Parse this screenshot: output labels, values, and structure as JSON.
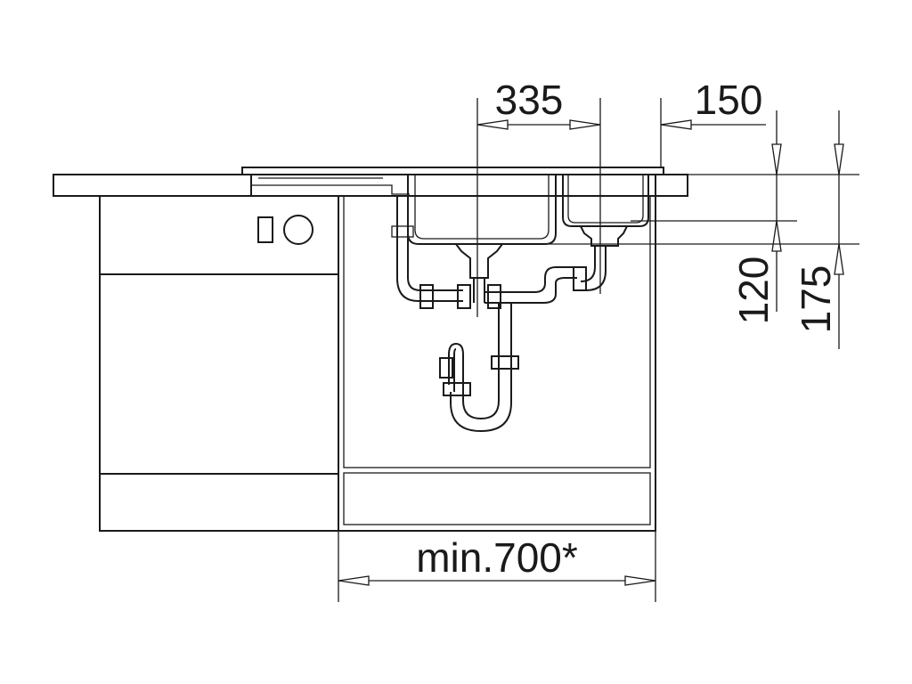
{
  "dimensions": {
    "bowl_spacing": "335",
    "edge_offset": "150",
    "depth_small": "120",
    "depth_large": "175",
    "cabinet_min_width": "min.700*"
  },
  "colors": {
    "line": "#1a1a1a",
    "background": "#ffffff"
  }
}
